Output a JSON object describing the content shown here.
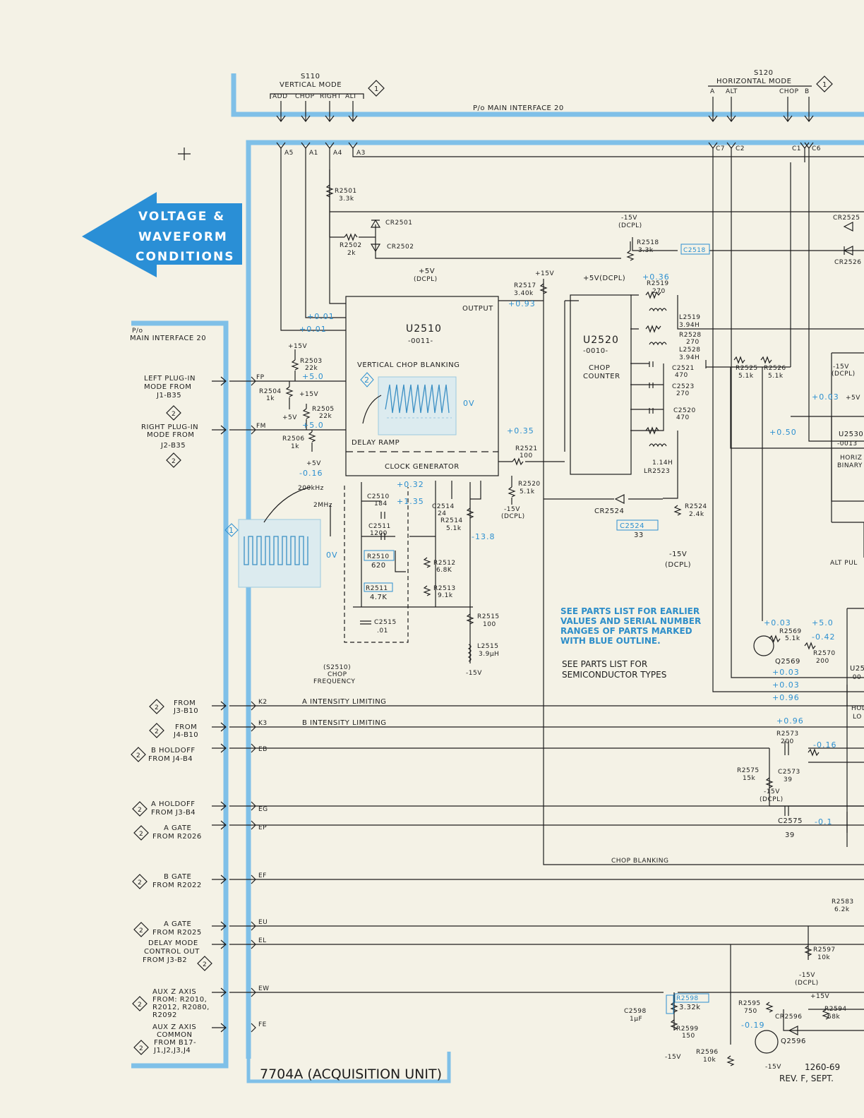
{
  "arrow": {
    "lines": [
      "VOLTAGE &",
      "WAVEFORM",
      "CONDITIONS"
    ],
    "color": "#2a8fd6"
  },
  "switches": {
    "s110": {
      "ref": "S110",
      "title": "VERTICAL MODE",
      "positions": [
        "ADD",
        "CHOP",
        "RIGHT",
        "ALT"
      ],
      "badge": "1"
    },
    "s120": {
      "ref": "S120",
      "title": "HORIZONTAL MODE",
      "positions": [
        "A",
        "ALT",
        "CHOP",
        "B"
      ],
      "badge": "1"
    }
  },
  "interface_labels": {
    "top": "P/o MAIN INTERFACE 20",
    "left_prefix": "P/o",
    "left": "MAIN INTERFACE 20"
  },
  "pins_top": [
    "A5",
    "A1",
    "A4",
    "A3",
    "C7",
    "C2",
    "C1",
    "C6"
  ],
  "inputs": [
    {
      "lines": [
        "LEFT PLUG-IN",
        "MODE FROM",
        "J1-B35"
      ],
      "pin": "FP",
      "badge": "2"
    },
    {
      "lines": [
        "RIGHT PLUG-IN",
        "MODE FROM",
        "J2-B35"
      ],
      "pin": "FM",
      "badge": "2"
    },
    {
      "lines": [
        "FROM",
        "J3-B10"
      ],
      "pin": "K2",
      "badge": "2"
    },
    {
      "lines": [
        "FROM",
        "J4-B10"
      ],
      "pin": "K3",
      "badge": "2"
    },
    {
      "lines": [
        "B HOLDOFF",
        "FROM J4-B4"
      ],
      "pin": "EB",
      "badge": "2"
    },
    {
      "lines": [
        "A HOLDOFF",
        "FROM J3-B4"
      ],
      "pin": "EG",
      "badge": "2"
    },
    {
      "lines": [
        "A GATE",
        "FROM R2026"
      ],
      "pin": "EP",
      "badge": "2"
    },
    {
      "lines": [
        "B GATE",
        "FROM R2022"
      ],
      "pin": "EF",
      "badge": "2"
    },
    {
      "lines": [
        "A GATE",
        "FROM R2025"
      ],
      "pin": "EU",
      "badge": "2"
    },
    {
      "lines": [
        "DELAY MODE",
        "CONTROL OUT",
        "FROM J3-B2"
      ],
      "pin": "EL",
      "badge": "2"
    },
    {
      "lines": [
        "AUX Z AXIS",
        "FROM: R2010,",
        "R2012, R2080,",
        "R2092"
      ],
      "pin": "EW",
      "badge": "2"
    },
    {
      "lines": [
        "AUX Z AXIS",
        "COMMON",
        "FROM B17-",
        "J1,J2,J3,J4"
      ],
      "pin": "FE",
      "badge": "2"
    }
  ],
  "signals": [
    "A INTENSITY LIMITING",
    "B INTENSITY LIMITING",
    "CHOP BLANKING"
  ],
  "ics": {
    "u2510": {
      "ref": "U2510",
      "code": "-0011-",
      "title": "VERTICAL CHOP BLANKING",
      "sections": [
        "DELAY RAMP",
        "CLOCK GENERATOR"
      ],
      "output": "OUTPUT",
      "supply": "+5V",
      "supply_note": "(DCPL)"
    },
    "u2520": {
      "ref": "U2520",
      "code": "-0010-",
      "lines": [
        "CHOP",
        "COUNTER"
      ],
      "supply": "+5V(DCPL)"
    }
  },
  "components": [
    {
      "ref": "R2501",
      "value": "3.3k"
    },
    {
      "ref": "CR2501",
      "value": ""
    },
    {
      "ref": "R2502",
      "value": "2k"
    },
    {
      "ref": "CR2502",
      "value": ""
    },
    {
      "ref": "R2503",
      "value": "22k"
    },
    {
      "ref": "R2504",
      "value": "1k"
    },
    {
      "ref": "R2505",
      "value": "22k"
    },
    {
      "ref": "R2506",
      "value": "1k"
    },
    {
      "ref": "C2510",
      "value": "184"
    },
    {
      "ref": "C2511",
      "value": "1200"
    },
    {
      "ref": "R2510",
      "value": "620"
    },
    {
      "ref": "R2511",
      "value": "4.7K"
    },
    {
      "ref": "R2512",
      "value": "6.8K"
    },
    {
      "ref": "R2513",
      "value": "9.1k"
    },
    {
      "ref": "C2514",
      "value": "24"
    },
    {
      "ref": "R2514",
      "value": "5.1k"
    },
    {
      "ref": "C2515",
      "value": ".01"
    },
    {
      "ref": "R2515",
      "value": "100"
    },
    {
      "ref": "L2515",
      "value": "3.9µH"
    },
    {
      "ref": "R2517",
      "value": "3.40k"
    },
    {
      "ref": "R2518",
      "value": "3.3k"
    },
    {
      "ref": "C2518",
      "value": ""
    },
    {
      "ref": "R2519",
      "value": "270"
    },
    {
      "ref": "L2519",
      "value": "3.94H"
    },
    {
      "ref": "R2528",
      "value": "270"
    },
    {
      "ref": "L2528",
      "value": "3.94H"
    },
    {
      "ref": "C2521",
      "value": "470"
    },
    {
      "ref": "C2523",
      "value": "270"
    },
    {
      "ref": "C2520",
      "value": "470"
    },
    {
      "ref": "R2521",
      "value": "100"
    },
    {
      "ref": "R2520",
      "value": "5.1k"
    },
    {
      "ref": "LR2523",
      "value": "1.14H"
    },
    {
      "ref": "CR2524",
      "value": ""
    },
    {
      "ref": "C2524",
      "value": "33"
    },
    {
      "ref": "R2524",
      "value": "2.4k"
    },
    {
      "ref": "R2525",
      "value": "5.1k"
    },
    {
      "ref": "R2526",
      "value": "5.1k"
    },
    {
      "ref": "R2569",
      "value": "5.1k"
    },
    {
      "ref": "R2570",
      "value": "200"
    },
    {
      "ref": "Q2569",
      "value": ""
    },
    {
      "ref": "R2573",
      "value": "200"
    },
    {
      "ref": "R2575",
      "value": "15k"
    },
    {
      "ref": "C2573",
      "value": "39"
    },
    {
      "ref": "C2575",
      "value": "39"
    },
    {
      "ref": "R2583",
      "value": "6.2k"
    },
    {
      "ref": "R2597",
      "value": "10k"
    },
    {
      "ref": "R2598",
      "value": "3.32k"
    },
    {
      "ref": "C2598",
      "value": "1µF"
    },
    {
      "ref": "R2599",
      "value": "150"
    },
    {
      "ref": "R2595",
      "value": "750"
    },
    {
      "ref": "R2596",
      "value": "10k"
    },
    {
      "ref": "CR2596",
      "value": ""
    },
    {
      "ref": "Q2596",
      "value": ""
    },
    {
      "ref": "R2594",
      "value": "68k"
    }
  ],
  "voltages": {
    "v_pin3": "+0.01",
    "v_pin7": "+0.01",
    "v_pin5": "+5.0",
    "v_pin8": "+5.0",
    "v_out": "+0.93",
    "v_0_36": "+0.36",
    "v_0_35": "+0.35",
    "v_0_16": "-0.16",
    "v_0_32": "+0.32",
    "v_1_35": "+1.35",
    "v_13_8": "-13.8",
    "v_0_03a": "+0.03",
    "v_0_50": "+0.50",
    "v_0_03b": "+0.03",
    "v_5_0": "+5.0",
    "v_0_42": "-0.42",
    "v_0_03c": "+0.03",
    "v_0_03d": "+0.03",
    "v_0_96a": "+0.96",
    "v_0_96b": "+0.96",
    "v_0_1": "-0.1",
    "v_0_19": "-0.19"
  },
  "supplies": {
    "p15v": "+15V",
    "p5v": "+5V",
    "m15v": "-15V",
    "m15v_dcpl": "-15V (DCPL)",
    "dcpl": "(DCPL)"
  },
  "osc": {
    "freq_hi": "200kHz",
    "freq_lo": "2MHz",
    "switch_ref": "(S2510)",
    "switch_lines": [
      "CHOP",
      "FREQUENCY"
    ],
    "zero": "0V",
    "wf1": "1",
    "wf2": "2"
  },
  "right_partial": {
    "u2530": "U2530",
    "u2530_code": "-0013",
    "binary": [
      "HORIZ",
      "BINARY"
    ],
    "alt_pul": "ALT PUL",
    "u25x": "U25",
    "u25x_code": "-00",
    "holdlo": [
      "HOL",
      "LO"
    ],
    "cr2525": "CR2525",
    "cr2526": "CR2526"
  },
  "notes": {
    "blue_outline": [
      "SEE PARTS LIST FOR EARLIER",
      "VALUES AND SERIAL NUMBER",
      "RANGES OF PARTS MARKED",
      "WITH BLUE OUTLINE."
    ],
    "semis": [
      "SEE PARTS LIST FOR",
      "SEMICONDUCTOR TYPES"
    ]
  },
  "footer": {
    "title": "7704A (ACQUISITION UNIT)",
    "doc": "1260-69",
    "rev": "REV. F, SEPT."
  }
}
